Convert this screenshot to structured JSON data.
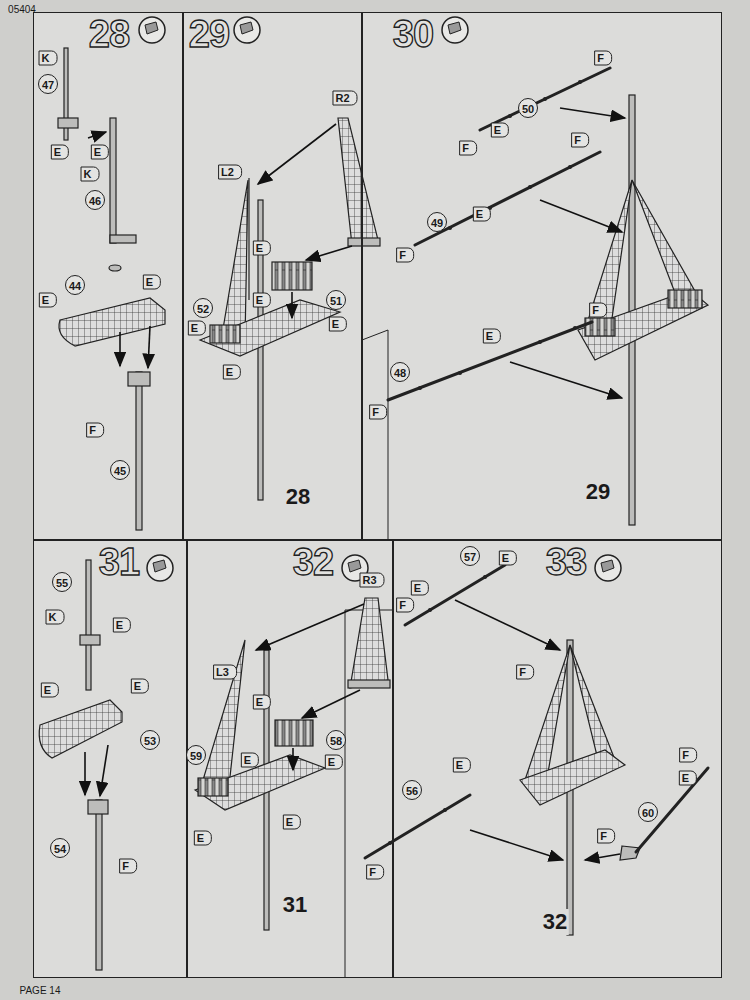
{
  "diagram": {
    "nodes": [
      {
        "text": [
          "28"
        ]
      },
      {
        "text": [
          "29"
        ]
      },
      {
        "text": [
          "30"
        ]
      },
      {
        "text": [
          "31"
        ]
      },
      {
        "text": [
          "32"
        ]
      },
      {
        "text": [
          "33"
        ]
      }
    ],
    "labels": [
      "05404",
      "K",
      "47",
      "E",
      "E",
      "K",
      "46",
      "E",
      "E",
      "44",
      "F",
      "45",
      "R2",
      "L2",
      "E",
      "51",
      "E",
      "E",
      "52",
      "E",
      "E",
      "28",
      "F",
      "50",
      "E",
      "F",
      "F",
      "E",
      "49",
      "F",
      "F",
      "E",
      "48",
      "F",
      "29",
      "55",
      "K",
      "E",
      "E",
      "E",
      "53",
      "54",
      "F",
      "R3",
      "L3",
      "E",
      "58",
      "E",
      "E",
      "59",
      "E",
      "E",
      "31",
      "E",
      "E",
      "57",
      "F",
      "F",
      "E",
      "56",
      "F",
      "F",
      "E",
      "60",
      "F",
      "32",
      "PAGE 14"
    ]
  }
}
